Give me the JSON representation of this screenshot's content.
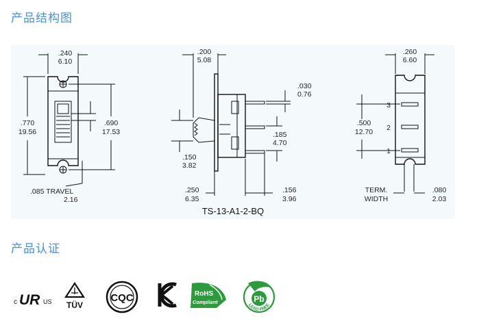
{
  "headings": {
    "structure": "产品结构图",
    "certification": "产品认证"
  },
  "drawing": {
    "part_number": "TS-13-A1-2-BQ",
    "front": {
      "width_in": ".240",
      "width_mm": "6.10",
      "height_in": ".770",
      "height_mm": "19.56",
      "mount_in": ".690",
      "mount_mm": "17.53",
      "travel_in": ".085 TRAVEL",
      "travel_mm": "2.16"
    },
    "side": {
      "width_in": ".200",
      "width_mm": "5.08",
      "pin_in": ".030",
      "pin_mm": "0.76",
      "pitch_in": ".185",
      "pitch_mm": "4.70",
      "offset_in": ".150",
      "offset_mm": "3.82",
      "body_in": ".250",
      "body_mm": "6.35",
      "tail_in": ".156",
      "tail_mm": "3.96"
    },
    "back": {
      "width_in": ".260",
      "width_mm": "6.60",
      "span_in": ".500",
      "span_mm": "12.70",
      "term_label_1": "TERM.",
      "term_label_2": "WIDTH",
      "term_in": ".080",
      "term_mm": "2.03",
      "terminals": [
        "3",
        "2",
        "1"
      ]
    }
  },
  "certifications": {
    "ul": {
      "left": "c",
      "mark": "UR",
      "right": "US"
    },
    "tuv": "TÜV",
    "cqc": "CQC",
    "kc": "KC",
    "rohs": {
      "top": "RoHS",
      "bottom": "Compliant"
    },
    "lead_free": {
      "center": "Pb",
      "ring": "LEAD FREE"
    }
  },
  "colors": {
    "heading": "#4a90d9",
    "drawing_bg": "#f4f9fb",
    "green": "#2e9a3e"
  }
}
